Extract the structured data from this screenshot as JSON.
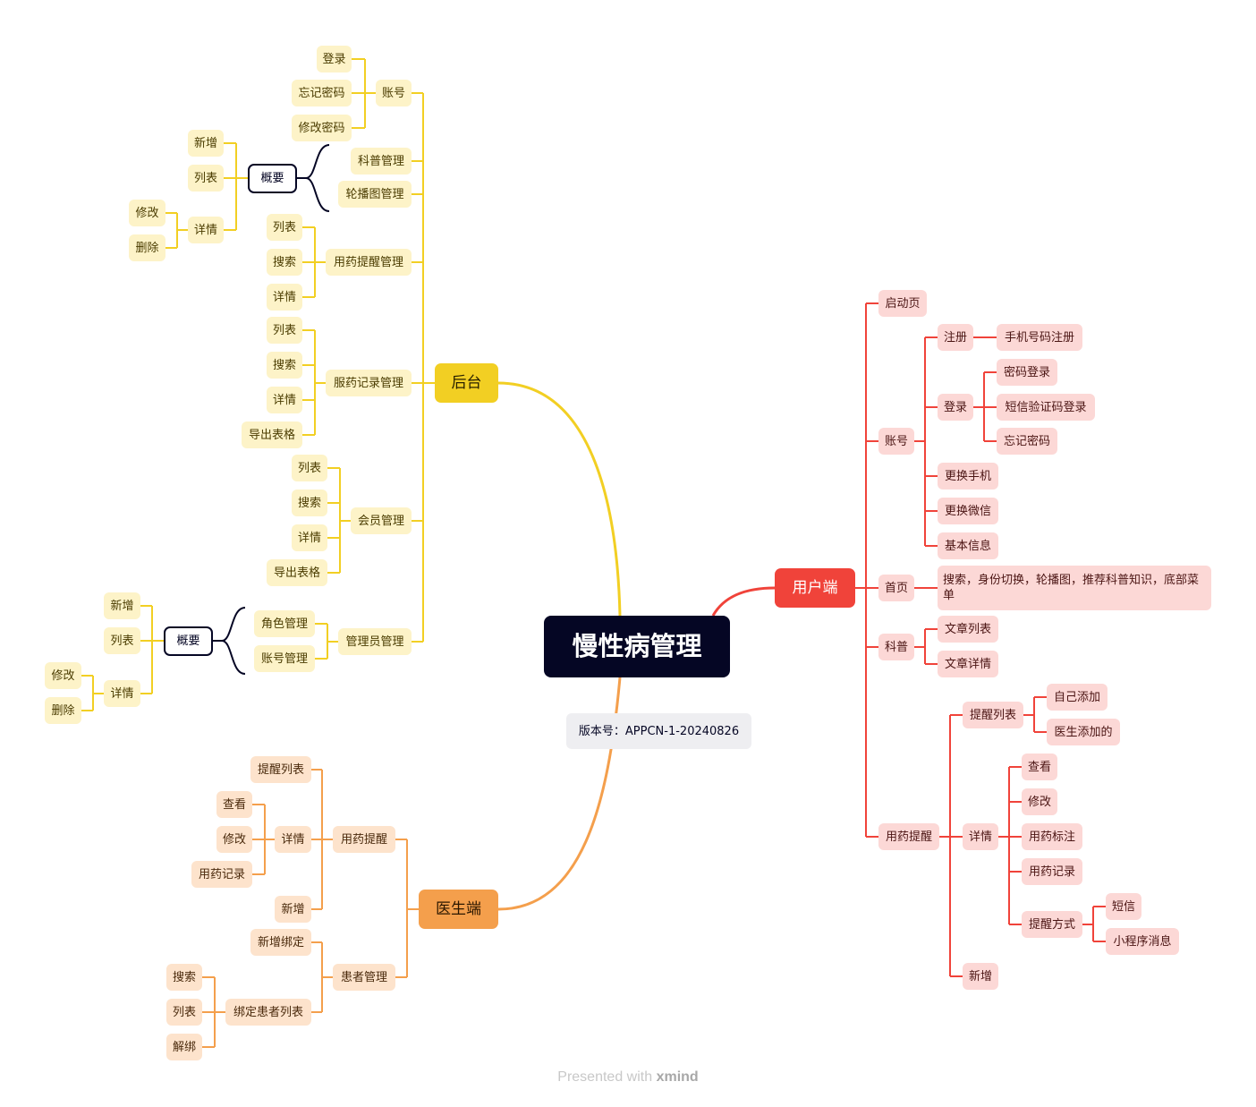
{
  "root": "慢性病管理",
  "version_note": "版本号：APPCN-1-20240826",
  "footer": {
    "prefix": "Presented with",
    "brand": "xmind"
  },
  "colors": {
    "houtai": "#f2cf23",
    "user": "#f0433a",
    "doctor": "#f49f4c",
    "root": "#050624"
  },
  "houtai": {
    "label": "后台",
    "account": {
      "label": "账号",
      "items": [
        "登录",
        "忘记密码",
        "修改密码"
      ]
    },
    "kepu": "科普管理",
    "banner": "轮播图管理",
    "kepu_summary": {
      "label": "概要",
      "new": "新增",
      "list": "列表",
      "detail": "详情",
      "edit": "修改",
      "delete": "删除"
    },
    "med_remind": {
      "label": "用药提醒管理",
      "items": [
        "列表",
        "搜索",
        "详情"
      ]
    },
    "med_record": {
      "label": "服药记录管理",
      "items": [
        "列表",
        "搜索",
        "详情",
        "导出表格"
      ]
    },
    "member": {
      "label": "会员管理",
      "items": [
        "列表",
        "搜索",
        "详情",
        "导出表格"
      ]
    },
    "admin": {
      "label": "管理员管理",
      "role": "角色管理",
      "account": "账号管理"
    },
    "admin_summary": {
      "label": "概要",
      "new": "新增",
      "list": "列表",
      "detail": "详情",
      "edit": "修改",
      "delete": "删除"
    }
  },
  "doctor": {
    "label": "医生端",
    "remind": {
      "label": "用药提醒",
      "list": "提醒列表",
      "detail": "详情",
      "view": "查看",
      "edit": "修改",
      "record": "用药记录",
      "new": "新增"
    },
    "patient": {
      "label": "患者管理",
      "new_bind": "新增绑定",
      "bound_list": "绑定患者列表",
      "search": "搜索",
      "list": "列表",
      "unbind": "解绑"
    }
  },
  "user": {
    "label": "用户端",
    "splash": "启动页",
    "account": {
      "label": "账号",
      "register": "注册",
      "phone_register": "手机号码注册",
      "login": "登录",
      "pwd_login": "密码登录",
      "sms_login": "短信验证码登录",
      "forgot": "忘记密码",
      "change_phone": "更换手机",
      "change_wechat": "更换微信",
      "basic_info": "基本信息"
    },
    "home": {
      "label": "首页",
      "desc": "搜索，身份切换，轮播图，推荐科普知识，底部菜单"
    },
    "kepu": {
      "label": "科普",
      "list": "文章列表",
      "detail": "文章详情"
    },
    "remind": {
      "label": "用药提醒",
      "list": "提醒列表",
      "self_add": "自己添加",
      "doctor_add": "医生添加的",
      "detail": "详情",
      "view": "查看",
      "edit": "修改",
      "mark": "用药标注",
      "record": "用药记录",
      "method": "提醒方式",
      "sms": "短信",
      "miniapp": "小程序消息",
      "new": "新增"
    }
  }
}
